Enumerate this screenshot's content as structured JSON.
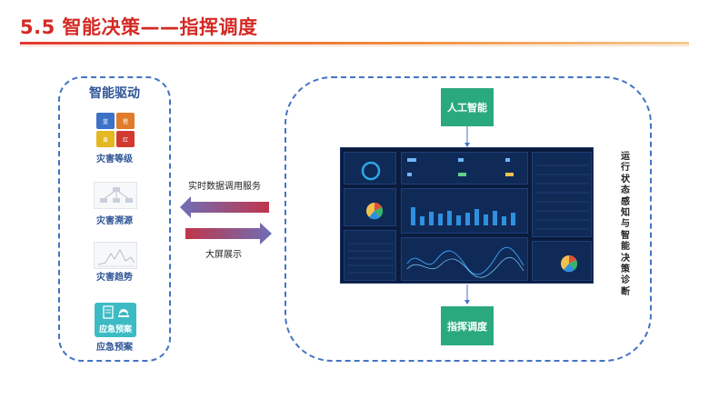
{
  "slide": {
    "title": "5.5 智能决策——指挥调度"
  },
  "colors": {
    "accent": "#d42a25",
    "panel_border": "#4473c4",
    "box_fill": "#2aa97f",
    "label": "#2f5597",
    "dashboard_bg": "#0b1b3d"
  },
  "left_panel": {
    "heading": "智能驱动",
    "items": [
      {
        "label": "灾害等级",
        "icon": "disaster-level-icon"
      },
      {
        "label": "灾害溯源",
        "icon": "disaster-tracing-thumbnail"
      },
      {
        "label": "灾害趋势",
        "icon": "disaster-trend-thumbnail"
      },
      {
        "label": "应急预案",
        "icon": "emergency-plan-icon",
        "icon_text": "应急预案"
      }
    ],
    "level_cells": [
      {
        "color": "#3b72c7",
        "text": "蓝"
      },
      {
        "color": "#e07b2a",
        "text": "橙"
      },
      {
        "color": "#e3b820",
        "text": "黄"
      },
      {
        "color": "#d23a30",
        "text": "红"
      }
    ]
  },
  "arrows": {
    "top_label": "实时数据调用服务",
    "bottom_label": "大屏展示"
  },
  "right_panel": {
    "top_box": "人工智能",
    "bottom_box": "指挥调度",
    "side_text": "运行状态感知与智能决策诊断"
  }
}
